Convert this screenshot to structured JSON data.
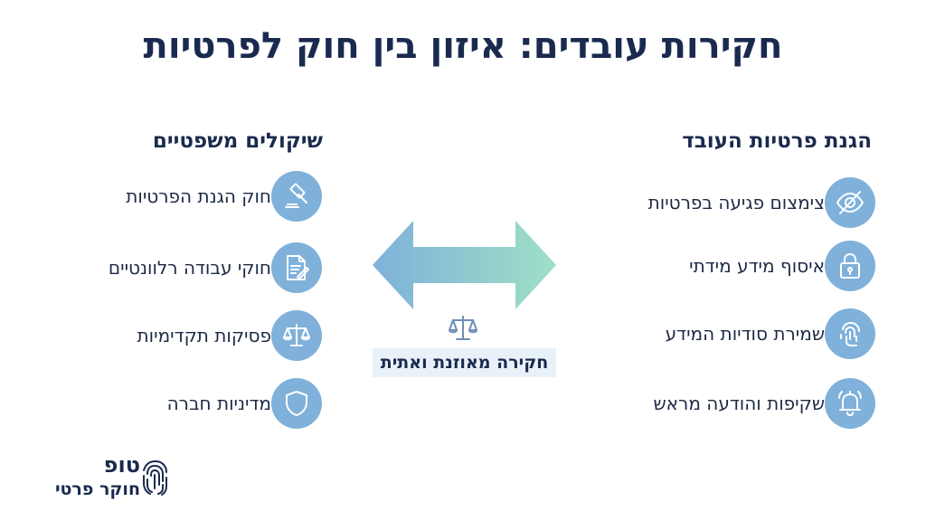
{
  "title": "חקירות עובדים: איזון בין חוק לפרטיות",
  "right_column": {
    "heading": "הגנת פרטיות העובד",
    "items": [
      {
        "label": "צימצום פגיעה בפרטיות",
        "icon": "eye-slash-icon"
      },
      {
        "label": "איסוף מידע מידתי",
        "icon": "lock-icon"
      },
      {
        "label": "שמירת סודיות המידע",
        "icon": "fingerprint-icon"
      },
      {
        "label": "שקיפות והודעה מראש",
        "icon": "bell-icon"
      }
    ]
  },
  "left_column": {
    "heading": "שיקולים משפטיים",
    "items": [
      {
        "label": "חוק הגנת הפרטיות",
        "icon": "gavel-icon"
      },
      {
        "label": "חוקי עבודה רלוונטיים",
        "icon": "document-icon"
      },
      {
        "label": "פסיקות תקדימיות",
        "icon": "scales-icon"
      },
      {
        "label": "מדיניות חברה",
        "icon": "shield-icon"
      }
    ]
  },
  "center": {
    "label": "חקירה מאוזנת ואתית",
    "icon": "scales-icon",
    "arrow": "double-headed-arrow"
  },
  "logo": {
    "name": "טופ",
    "subtitle": "חוקר פרטי",
    "icon": "fingerprint-icon"
  },
  "colors": {
    "title": "#1a2a4f",
    "icon_circle": "#7fb1da",
    "arrow_start": "#7fb1da",
    "arrow_end": "#9ee0c6",
    "center_label_bg": "#e9f1f8"
  }
}
